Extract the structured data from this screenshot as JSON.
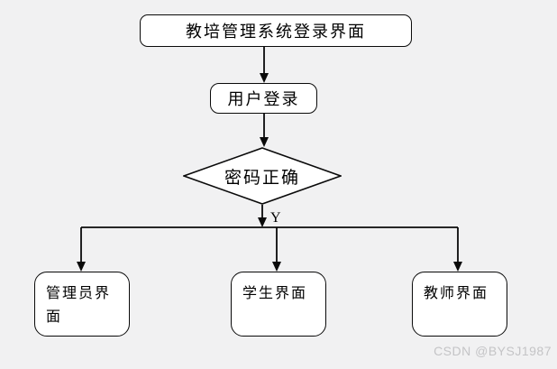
{
  "diagram": {
    "type": "flowchart",
    "nodes": {
      "title": {
        "label": "教培管理系统登录界面",
        "shape": "rounded-rectangle"
      },
      "login": {
        "label": "用户登录",
        "shape": "rounded-rectangle"
      },
      "decision": {
        "label": "密码正确",
        "shape": "diamond"
      },
      "admin": {
        "label": "管理员界面",
        "shape": "rounded-rectangle"
      },
      "student": {
        "label": "学生界面",
        "shape": "rounded-rectangle"
      },
      "teacher": {
        "label": "教师界面",
        "shape": "rounded-rectangle"
      }
    },
    "edges": [
      {
        "from": "title",
        "to": "login"
      },
      {
        "from": "login",
        "to": "decision"
      },
      {
        "from": "decision",
        "to": "branch-junction",
        "label": "Y"
      },
      {
        "from": "branch-junction",
        "to": "admin"
      },
      {
        "from": "branch-junction",
        "to": "student"
      },
      {
        "from": "branch-junction",
        "to": "teacher"
      }
    ],
    "edge_labels": {
      "yes": "Y"
    },
    "colors": {
      "background": "#f1f1f2",
      "node_fill": "#ffffff",
      "node_border": "#000000",
      "line": "#000000",
      "watermark_text": "#c4c4c6"
    }
  },
  "watermark": {
    "text": "CSDN @BYSJ1987"
  }
}
